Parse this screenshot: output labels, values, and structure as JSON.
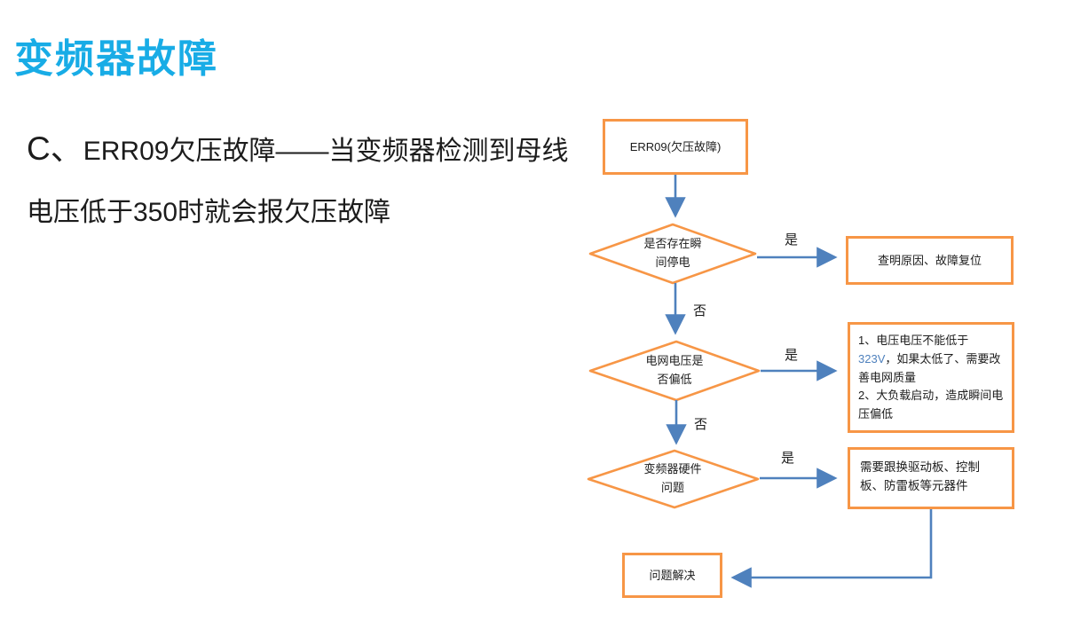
{
  "title": "变频器故障",
  "body": {
    "line1_prefix": "C、",
    "line1_rest": "ERR09欠压故障——当变频器检测到母线",
    "line2": "电压低于350时就会报欠压故障"
  },
  "colors": {
    "title": "#18ace6",
    "border": "#F79646",
    "arrow": "#4F81BD",
    "highlight": "#4F81BD",
    "text": "#1c1c1c"
  },
  "flowchart": {
    "start_box": "ERR09(欠压故障)",
    "decision1": {
      "line1": "是否存在瞬",
      "line2": "间停电"
    },
    "decision2": {
      "line1": "电网电压是",
      "line2": "否偏低"
    },
    "decision3": {
      "line1": "变频器硬件",
      "line2": "问题"
    },
    "yes_label": "是",
    "no_label": "否",
    "result1": "查明原因、故障复位",
    "result2": {
      "line1_part1": "1、电压电压不能低于",
      "line1_highlight": "323V",
      "line1_part2": "，如果太低了、需要改善电网质量",
      "line2": "2、大负载启动，造成瞬间电压偏低"
    },
    "result3": "需要跟换驱动板、控制板、防雷板等元器件",
    "end_box": "问题解决"
  }
}
